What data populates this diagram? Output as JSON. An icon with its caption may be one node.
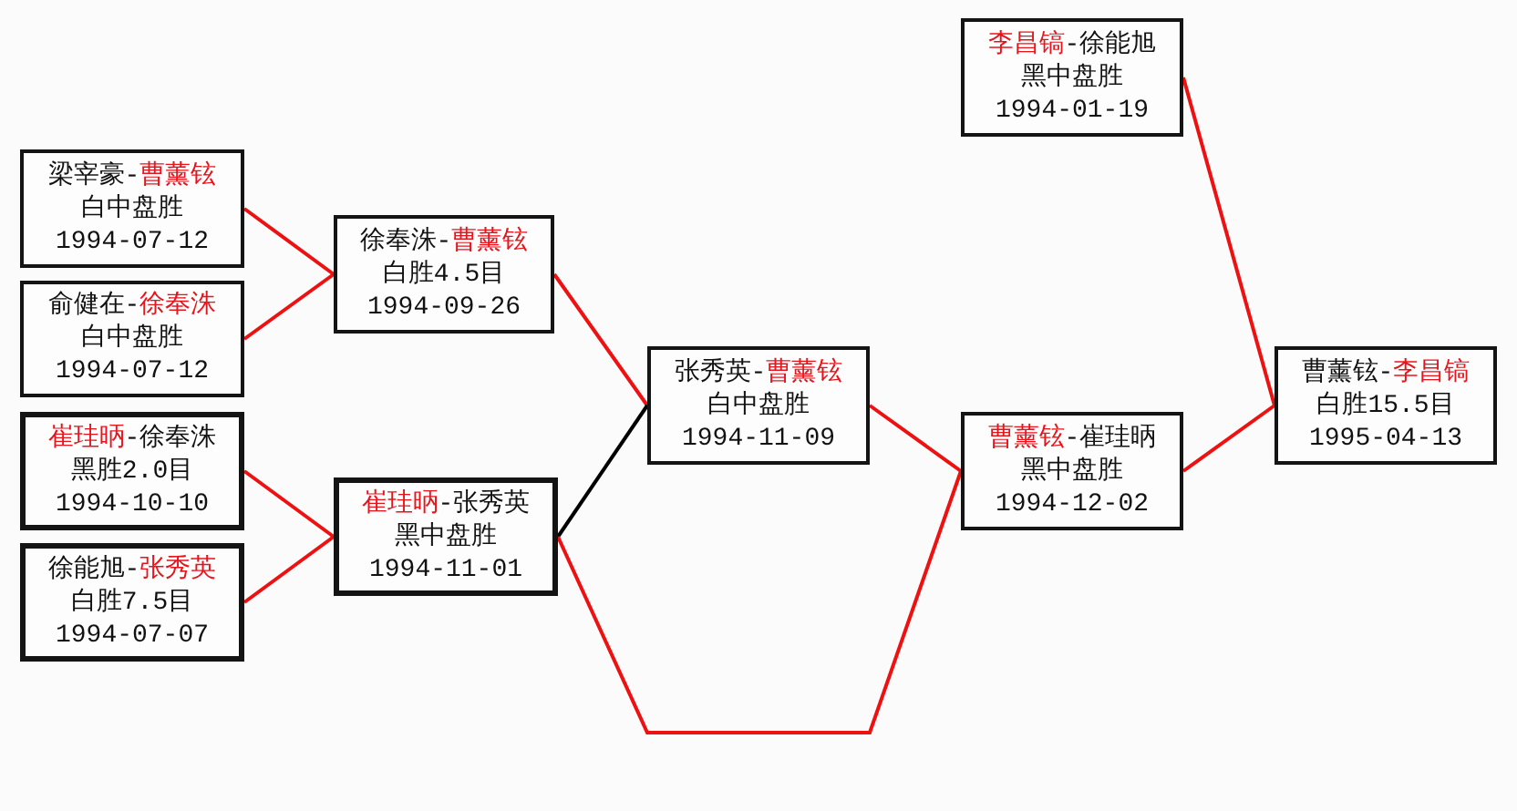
{
  "diagram": {
    "nodes": [
      {
        "text": [
          "梁宰豪-**曹薰铉**",
          "白中盘胜",
          "1994-07-12"
        ]
      },
      {
        "text": [
          "俞健在-**徐奉洙**",
          "白中盘胜",
          "1994-07-12"
        ]
      },
      {
        "text": [
          "**崔珪昞**-徐奉洙",
          "黑胜2.0目",
          "1994-10-10"
        ]
      },
      {
        "text": [
          "徐能旭-**张秀英**",
          "白胜7.5目",
          "1994-07-07"
        ]
      },
      {
        "text": [
          "徐奉洙-**曹薰铉**",
          "白胜4.5目",
          "1994-09-26"
        ]
      },
      {
        "text": [
          "**崔珪昞**-张秀英",
          "黑中盘胜",
          "1994-11-01"
        ]
      },
      {
        "text": [
          "张秀英-**曹薰铉**",
          "白中盘胜",
          "1994-11-09"
        ]
      },
      {
        "text": [
          "**李昌镐**-徐能旭",
          "黑中盘胜",
          "1994-01-19"
        ]
      },
      {
        "text": [
          "**曹薰铉**-崔珪昞",
          "黑中盘胜",
          "1994-12-02"
        ]
      },
      {
        "text": [
          "曹薰铉-**李昌镐**",
          "白胜15.5目",
          "1995-04-13"
        ]
      }
    ],
    "edges": [
      {
        "from": 0,
        "to": 4,
        "arrow": "none"
      },
      {
        "from": 1,
        "to": 4,
        "arrow": "none"
      },
      {
        "from": 2,
        "to": 5,
        "arrow": "none"
      },
      {
        "from": 3,
        "to": 5,
        "arrow": "none"
      },
      {
        "from": 4,
        "to": 6,
        "arrow": "none"
      },
      {
        "from": 5,
        "to": 6,
        "arrow": "none",
        "color": "#000000"
      },
      {
        "from": 5,
        "to": 8,
        "arrow": "none"
      },
      {
        "from": 6,
        "to": 8,
        "arrow": "none"
      },
      {
        "from": 8,
        "to": 9,
        "arrow": "none"
      },
      {
        "from": 7,
        "to": 9,
        "arrow": "none"
      }
    ]
  }
}
